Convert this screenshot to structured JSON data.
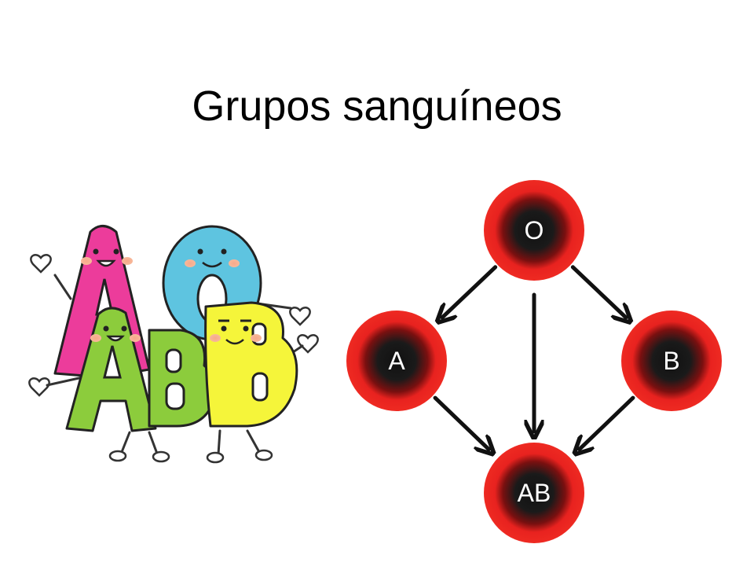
{
  "title": "Grupos sanguíneos",
  "diagram": {
    "nodes": [
      {
        "id": "O",
        "label": "O"
      },
      {
        "id": "A",
        "label": "A"
      },
      {
        "id": "B",
        "label": "B"
      },
      {
        "id": "AB",
        "label": "AB"
      }
    ],
    "edges": [
      {
        "from": "O",
        "to": "A"
      },
      {
        "from": "O",
        "to": "B"
      },
      {
        "from": "O",
        "to": "AB"
      },
      {
        "from": "A",
        "to": "AB"
      },
      {
        "from": "B",
        "to": "AB"
      }
    ],
    "colors": {
      "node_outer": "#e8221f",
      "node_inner": "#1a1a1a",
      "arrow": "#111111"
    }
  },
  "illustration": {
    "characters": [
      {
        "letter": "A",
        "color": "#ec3c9b"
      },
      {
        "letter": "O",
        "color": "#5ec4e0"
      },
      {
        "letter": "A",
        "color": "#8ccc3c"
      },
      {
        "letter": "B",
        "color": "#8ccc3c"
      },
      {
        "letter": "B",
        "color": "#f5f53a"
      }
    ]
  }
}
